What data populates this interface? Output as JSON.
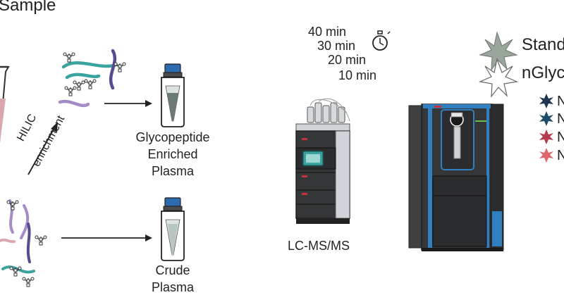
{
  "figure": {
    "title_fragment": "Sample",
    "hilic_label": "HILIC",
    "enrichment_label": "enrichment",
    "enriched_sample": [
      "Glycopeptide",
      "Enriched",
      "Plasma"
    ],
    "crude_sample": [
      "Crude",
      "Plasma"
    ],
    "gradient_times": [
      "40 min",
      "30 min",
      "20 min",
      "10 min"
    ],
    "instrument_label": "LC-MS/MS",
    "legend": {
      "standard_label_fragment": "Stand",
      "nglyco_label_fragment": "nGlyc",
      "marker_letters": [
        "N",
        "N",
        "N",
        "N"
      ]
    },
    "icons": [
      "stopwatch-icon",
      "vial-icon",
      "arrow-icon",
      "star-icon",
      "glycopeptide-icon"
    ],
    "colors": {
      "tube_fill": "#d9a7ad",
      "teal": "#3aa3a0",
      "purple": "#5a4a90",
      "lilac": "#a58cc7",
      "standard_star": "#9aa59b",
      "star_navy": "#1f3550",
      "star_teal_dark": "#1d4e67",
      "star_red": "#b43a4d",
      "star_coral": "#e0686a",
      "instrument_blue": "#2f7fc1",
      "instrument_dark": "#343638"
    }
  }
}
